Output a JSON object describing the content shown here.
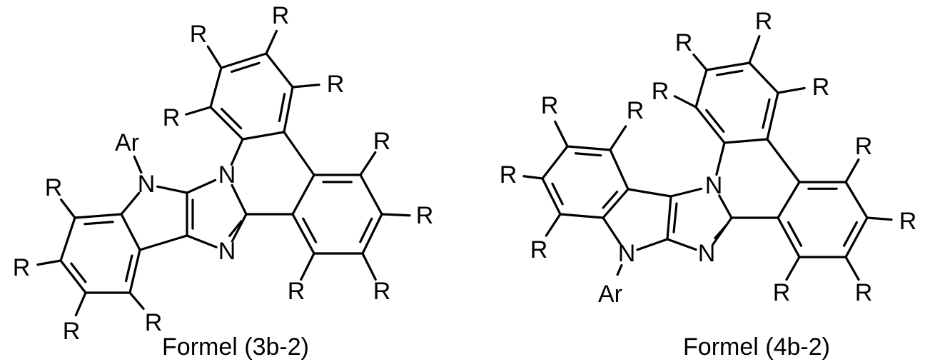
{
  "structures": [
    {
      "caption": "Formel (3b-2)",
      "substituent": "R",
      "aryl": "Ar",
      "nitrogen": "N"
    },
    {
      "caption": "Formel (4b-2)",
      "substituent": "R",
      "aryl": "Ar",
      "nitrogen": "N"
    }
  ]
}
